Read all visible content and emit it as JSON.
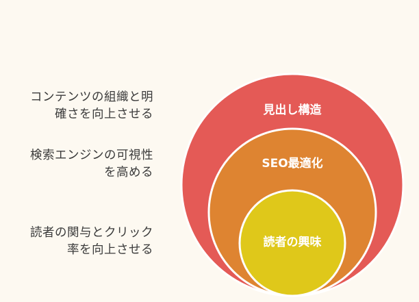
{
  "left_notes": [
    {
      "lines": [
        "コンテンツの組織と明",
        "確さを向上させる"
      ]
    },
    {
      "lines": [
        "検索エンジンの可視性",
        "を高める"
      ]
    },
    {
      "lines": [
        "読者の関与とクリック",
        "率を向上させる"
      ]
    }
  ],
  "circles": {
    "outer": {
      "label": "見出し構造",
      "color": "#e45a56"
    },
    "middle": {
      "label": "SEO最適化",
      "color": "#de8431"
    },
    "inner": {
      "label": "読者の興味",
      "color": "#dfc81a"
    }
  },
  "background_color": "#fdf9f1",
  "ring_stroke_color": "#ffffff"
}
